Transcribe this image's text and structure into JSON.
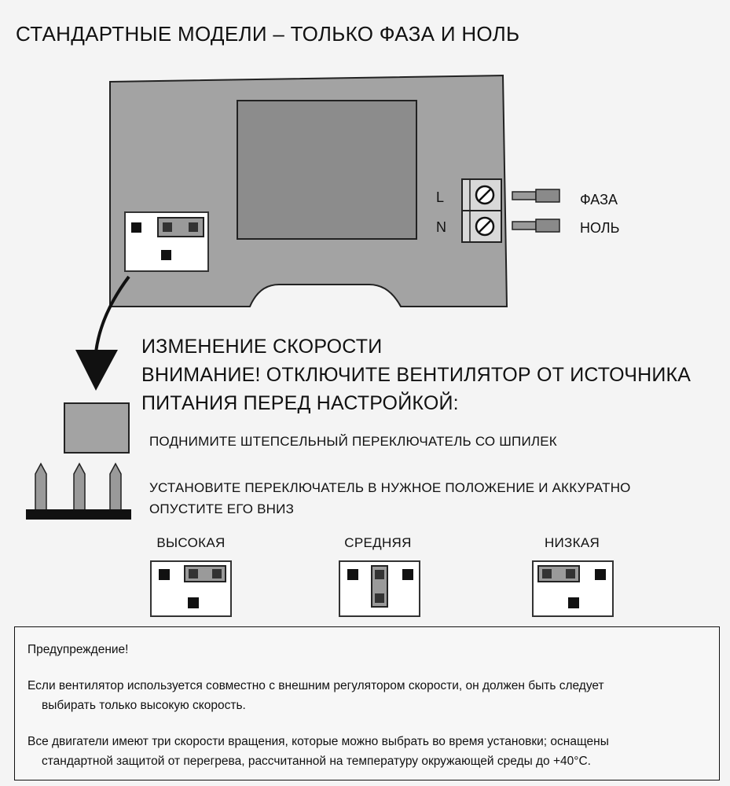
{
  "title": "СТАНДАРТНЫЕ МОДЕЛИ – ТОЛЬКО ФАЗА И НОЛЬ",
  "terminals": {
    "l_letter": "L",
    "n_letter": "N",
    "phase_label": "ФАЗА",
    "neutral_label": "НОЛЬ"
  },
  "speed_change": {
    "heading": "ИЗМЕНЕНИЕ СКОРОСТИ",
    "warning_line1": "ВНИМАНИЕ! ОТКЛЮЧИТЕ ВЕНТИЛЯТОР ОТ ИСТОЧНИКА",
    "warning_line2": "ПИТАНИЯ ПЕРЕД НАСТРОЙКОЙ:",
    "step1": "ПОДНИМИТЕ ШТЕПСЕЛЬНЫЙ ПЕРЕКЛЮЧАТЕЛЬ СО ШПИЛЕК",
    "step2_line1": "УСТАНОВИТЕ ПЕРЕКЛЮЧАТЕЛЬ В НУЖНОЕ ПОЛОЖЕНИЕ И АККУРАТНО",
    "step2_line2": "ОПУСТИТЕ ЕГО ВНИЗ"
  },
  "speeds": [
    {
      "label": "ВЫСОКАЯ"
    },
    {
      "label": "СРЕДНЯЯ"
    },
    {
      "label": "НИЗКАЯ"
    }
  ],
  "notice": {
    "heading": "Предупреждение!",
    "p1_line1": "Если вентилятор используется совместно с внешним регулятором скорости, он должен быть следует",
    "p1_line2": "выбирать только высокую скорость.",
    "p2_line1": "Все двигатели имеют три скорости вращения, которые можно выбрать во время установки; оснащены",
    "p2_line2": "стандартной защитой от перегрева, рассчитанной на температуру окружающей среды до +40°C."
  },
  "colors": {
    "housing": "#a3a3a3",
    "screen": "#8c8c8c",
    "jumper_strap": "#9a9a9a"
  }
}
